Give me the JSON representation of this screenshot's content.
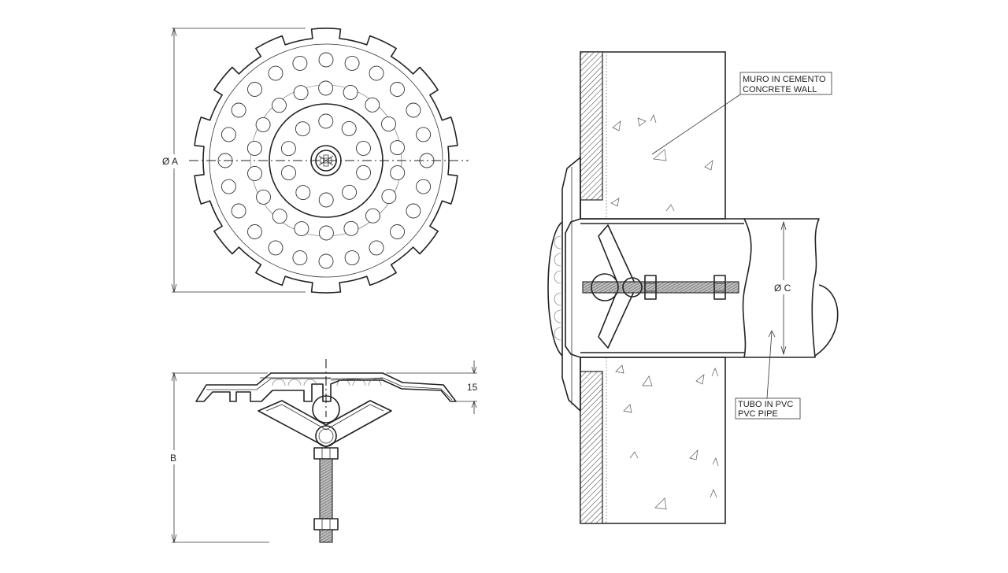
{
  "labels": {
    "dim_a": "Ø A",
    "dim_b": "B",
    "dim_c": "Ø C",
    "dim_15": "15",
    "wall_line1": "MURO IN CEMENTO",
    "wall_line2": "CONCRETE WALL",
    "pipe_line1": "TUBO IN PVC",
    "pipe_line2": "PVC PIPE"
  }
}
